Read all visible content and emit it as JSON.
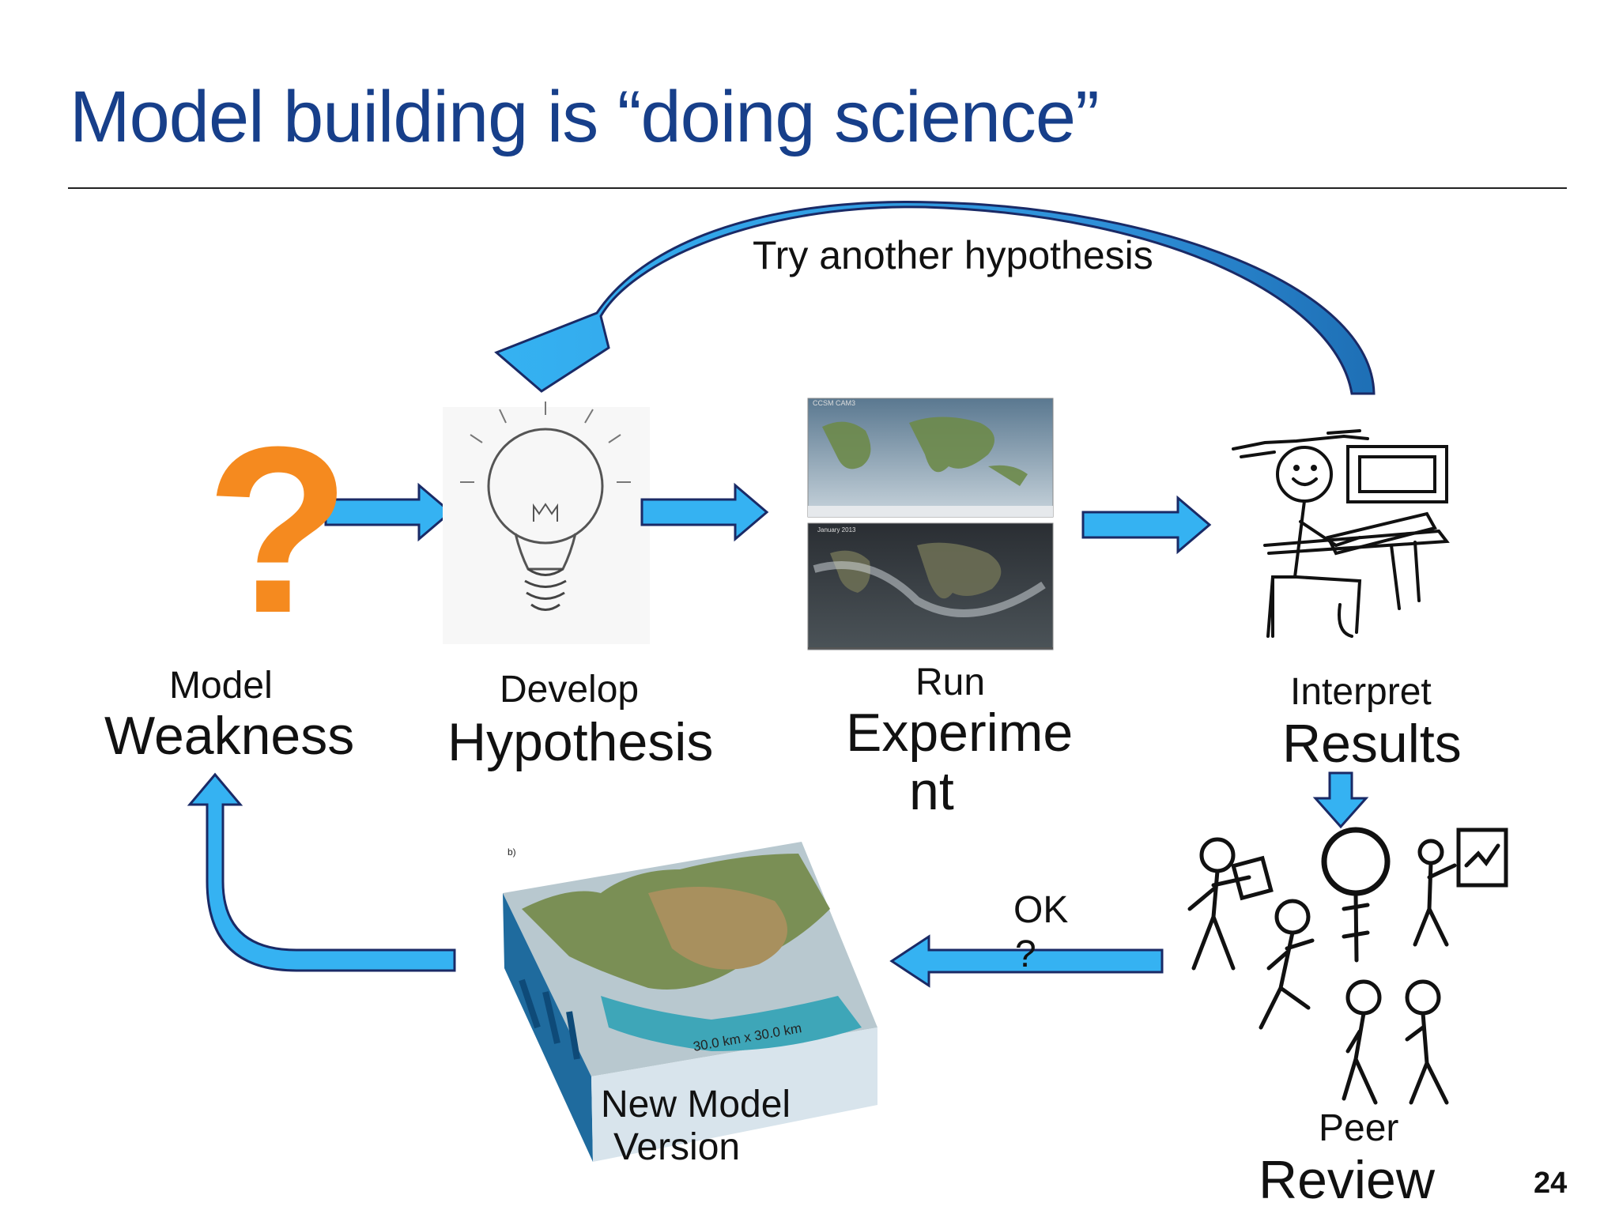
{
  "slide": {
    "title": "Model building is “doing science”",
    "page_number": "24"
  },
  "loop_label": "Try another hypothesis",
  "steps": {
    "weakness": {
      "top": "Model",
      "bottom": "Weakness"
    },
    "hypothesis": {
      "top": "Develop",
      "bottom": "Hypothesis"
    },
    "experiment": {
      "top": "Run",
      "bottom_line1": "Experime",
      "bottom_line2": "nt"
    },
    "results": {
      "top": "Interpret",
      "bottom": "Results"
    },
    "review": {
      "top": "Peer",
      "bottom": "Review"
    },
    "new_model": {
      "line1": "New Model",
      "line2": "Version"
    }
  },
  "ok_label": {
    "line1": "OK",
    "line2": "?"
  },
  "question_mark": "?",
  "map_labels": {
    "panel": "b)",
    "scale": "30.0 km x 30.0 km",
    "top_map": "CCSM CAM3",
    "bottom_map": "January 2013"
  },
  "colors": {
    "arrow_fill": "#35b2f2",
    "arrow_stroke": "#1a2a66",
    "title": "#173f8a",
    "question_mark": "#f58a1f"
  }
}
